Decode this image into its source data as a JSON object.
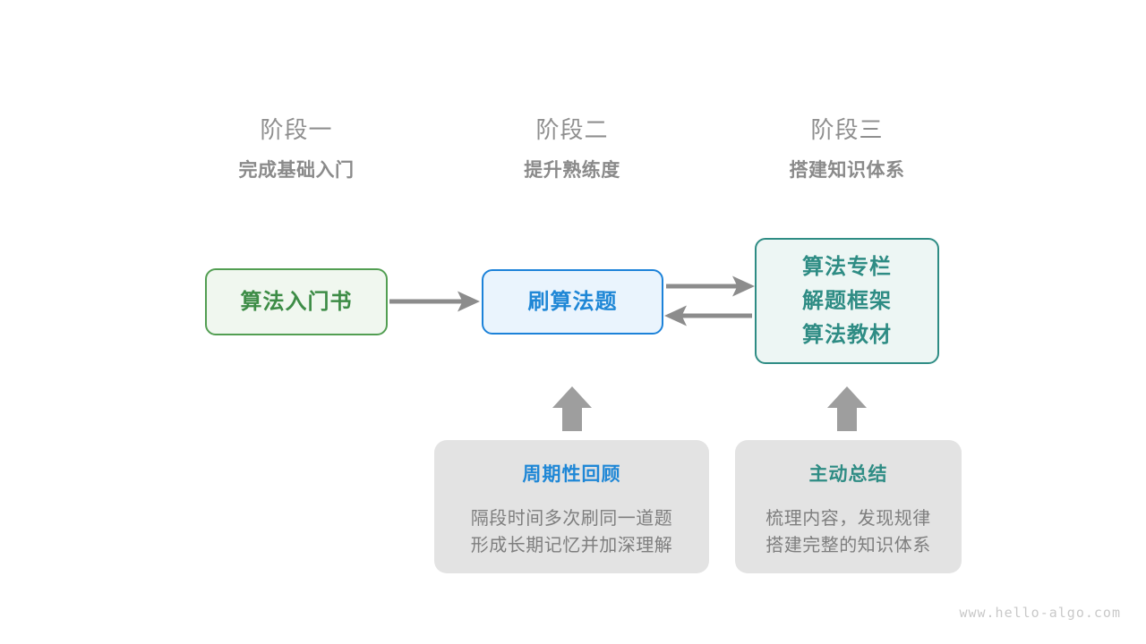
{
  "page": {
    "background_color": "#ffffff",
    "watermark": "www.hello-algo.com"
  },
  "colors": {
    "stage_text": "#8c8c8c",
    "green": "#3d8c46",
    "green_border": "#529e52",
    "green_fill": "#f0f7ef",
    "blue": "#1f87d6",
    "blue_border": "#1c82d9",
    "blue_fill": "#eaf4fd",
    "teal": "#2e8c84",
    "teal_border": "#2e8c84",
    "teal_fill": "#edf6f4",
    "card_fill": "#e3e3e3",
    "card_body_text": "#7e7e7e",
    "arrow_gray": "#8c8c8c",
    "block_arrow_gray": "#9e9e9e"
  },
  "stages": [
    {
      "number": "阶段一",
      "title": "完成基础入门"
    },
    {
      "number": "阶段二",
      "title": "提升熟练度"
    },
    {
      "number": "阶段三",
      "title": "搭建知识体系"
    }
  ],
  "nodes": {
    "book": {
      "lines": [
        "算法入门书"
      ]
    },
    "practice": {
      "lines": [
        "刷算法题"
      ]
    },
    "resources": {
      "lines": [
        "算法专栏",
        "解题框架",
        "算法教材"
      ]
    }
  },
  "cards": [
    {
      "title": "周期性回顾",
      "body": [
        "隔段时间多次刷同一道题",
        "形成长期记忆并加深理解"
      ]
    },
    {
      "title": "主动总结",
      "body": [
        "梳理内容，发现规律",
        "搭建完整的知识体系"
      ]
    }
  ],
  "arrows": [
    {
      "name": "book-to-practice",
      "direction": "right"
    },
    {
      "name": "practice-to-resources",
      "direction": "right"
    },
    {
      "name": "resources-to-practice",
      "direction": "left"
    },
    {
      "name": "review-to-practice",
      "direction": "up"
    },
    {
      "name": "summary-to-resources",
      "direction": "up"
    }
  ]
}
